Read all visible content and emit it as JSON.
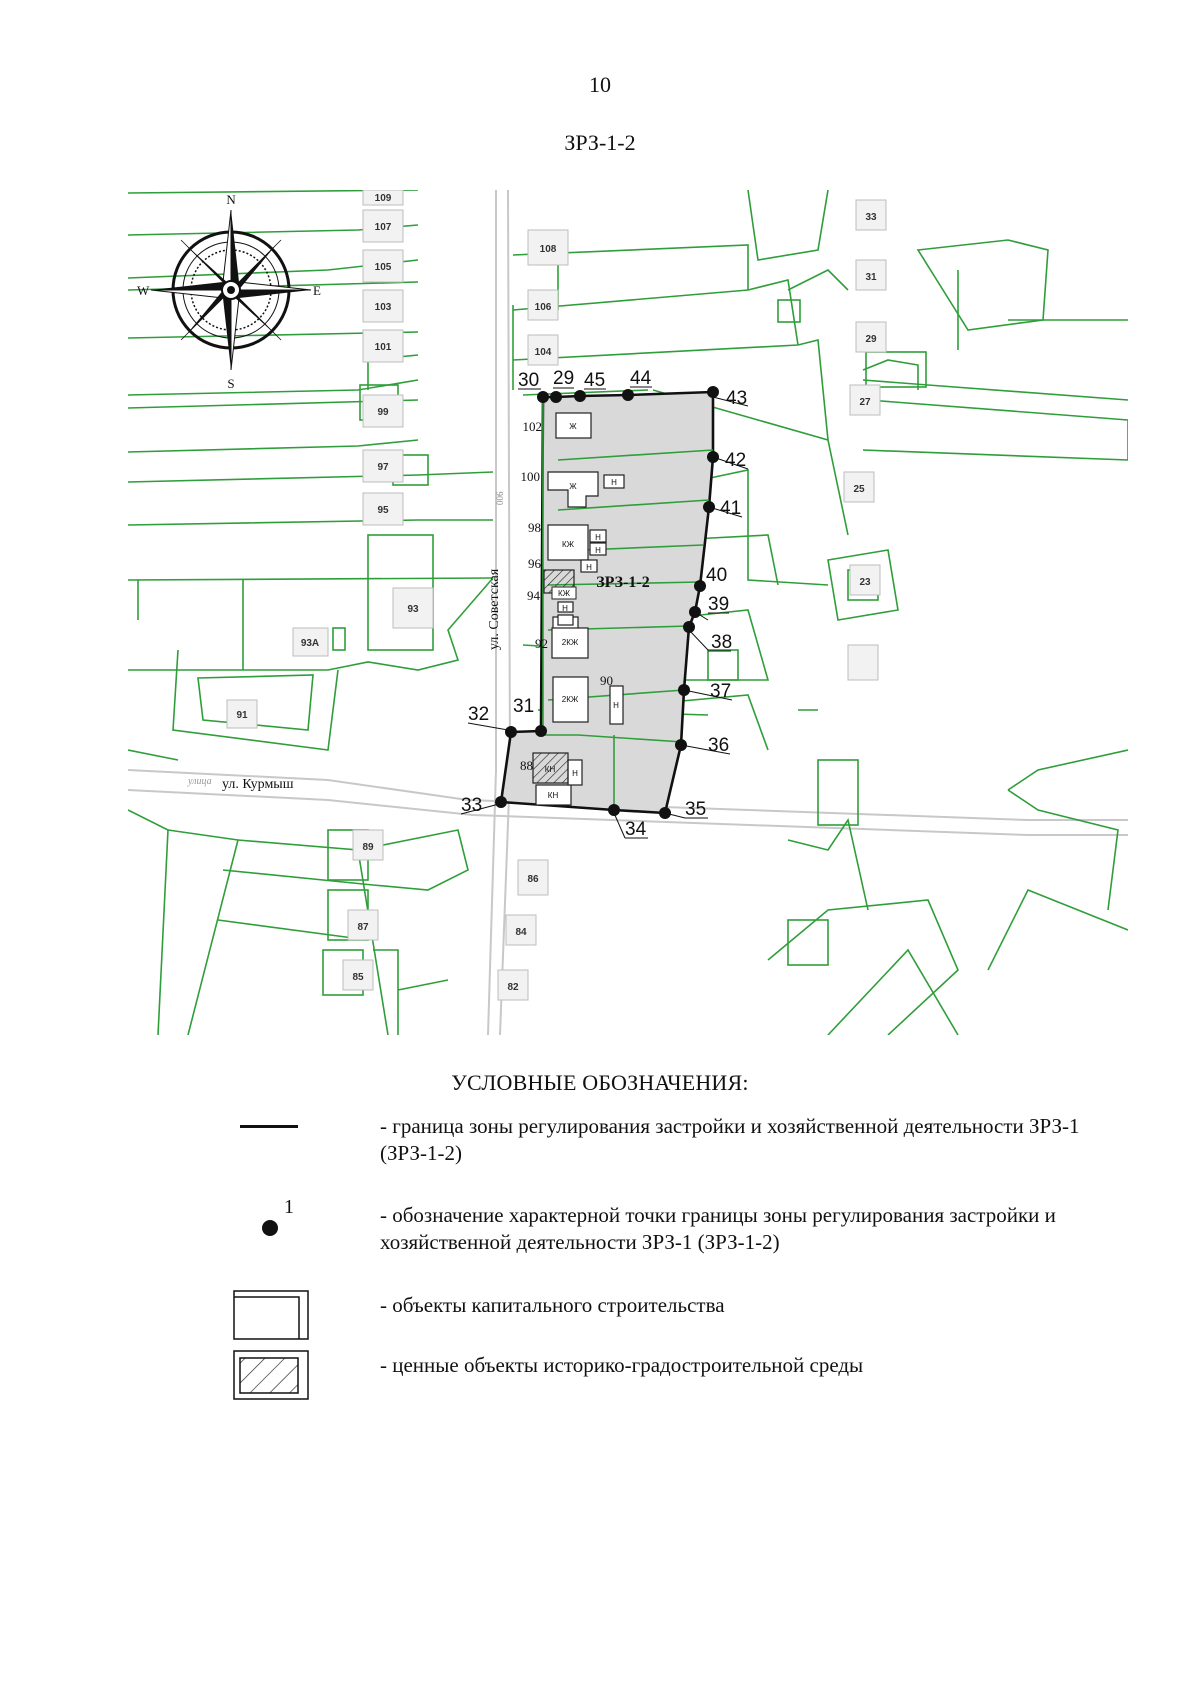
{
  "page": {
    "number": "10",
    "title": "ЗРЗ-1-2"
  },
  "map": {
    "zone_label": "ЗРЗ-1-2",
    "compass": {
      "n": "N",
      "s": "S",
      "e": "E",
      "w": "W"
    },
    "streets": {
      "sovetskaya": "ул. Советская",
      "kurmysh": "ул. Курмыш",
      "ulitsa": "улица"
    },
    "boundary_points": [
      "30",
      "29",
      "45",
      "44",
      "43",
      "42",
      "41",
      "40",
      "39",
      "38",
      "37",
      "36",
      "35",
      "34",
      "33",
      "32",
      "31"
    ],
    "lot_numbers_left": [
      "109",
      "107",
      "105",
      "103",
      "101",
      "99",
      "97",
      "95",
      "93",
      "93А",
      "91",
      "89",
      "87",
      "85"
    ],
    "lot_numbers_mid": [
      "108",
      "106",
      "104",
      "86",
      "84",
      "82"
    ],
    "lot_numbers_right": [
      "33",
      "31",
      "29",
      "27",
      "25",
      "23"
    ],
    "house_numbers": [
      "102",
      "100",
      "98",
      "96",
      "94",
      "92",
      "90",
      "88"
    ],
    "building_labels": {
      "zh": "Ж",
      "n": "Н",
      "kzh": "КЖ",
      "kn": "КН",
      "two_kzh": "2КЖ"
    }
  },
  "legend": {
    "title": "УСЛОВНЫЕ ОБОЗНАЧЕНИЯ:",
    "items": [
      {
        "text": "- граница зоны регулирования застройки и хозяйственной деятельности ЗРЗ-1 (ЗРЗ-1-2)"
      },
      {
        "text": "- обозначение характерной точки границы зоны регулирования застройки и хозяйственной деятельности ЗРЗ-1 (ЗРЗ-1-2)",
        "marker_label": "1"
      },
      {
        "text": "- объекты капитального строительства"
      },
      {
        "text": "- ценные объекты историко-градостроительной среды"
      }
    ]
  },
  "colors": {
    "parcel_line": "#2f9e3a",
    "zone_fill": "#d9d9d9",
    "boundary": "#111111",
    "road": "#cfcfcf"
  }
}
